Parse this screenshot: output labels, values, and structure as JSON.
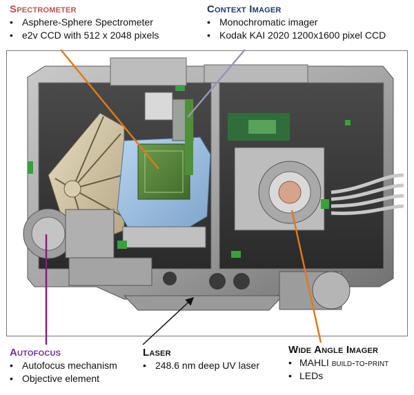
{
  "spectrometer": {
    "title": "Spectrometer",
    "items": [
      "Asphere-Sphere Spectrometer",
      "e2v CCD with 512 x 2048 pixels"
    ],
    "color": "#c0504d",
    "pointer_color": "#e07a16"
  },
  "context_imager": {
    "title": "Context Imager",
    "items": [
      "Monochromatic imager",
      "Kodak KAI 2020 1200x1600 pixel CCD"
    ],
    "color": "#1f3864",
    "pointer_color": "#9a93b8"
  },
  "autofocus": {
    "title": "Autofocus",
    "items": [
      "Autofocus mechanism",
      "Objective element"
    ],
    "color": "#7030a0",
    "pointer_color": "#8b1a7a"
  },
  "laser": {
    "title": "Laser",
    "items": [
      "248.6 nm deep UV laser"
    ],
    "pointer_color": "#111111"
  },
  "wide_angle_imager": {
    "title": "Wide Angle Imager",
    "items": [
      "MAHLI ",
      "build-to-print",
      "LEDs"
    ],
    "pointer_color": "#e07a16"
  },
  "bullet_glyph": "•"
}
